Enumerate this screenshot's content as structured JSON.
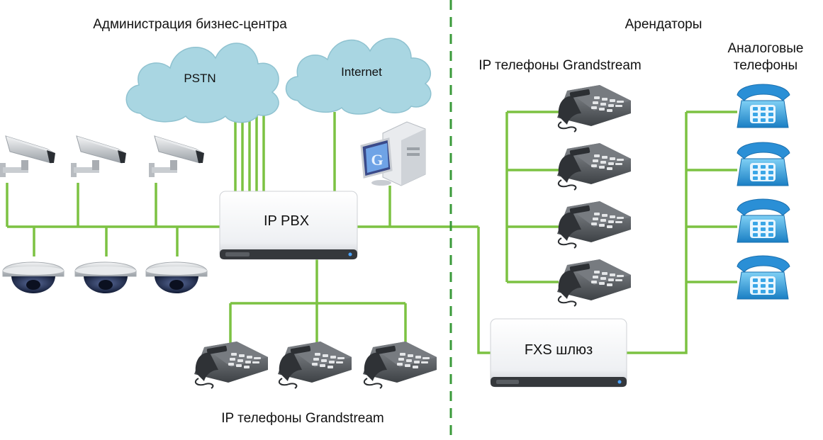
{
  "labels": {
    "admin_section": "Администрация бизнес-центра",
    "tenants_section": "Арендаторы",
    "ip_phones_top": "IP телефоны Grandstream",
    "analog_phones_line1": "Аналоговые",
    "analog_phones_line2": "телефоны",
    "ip_phones_bottom": "IP телефоны Grandstream"
  },
  "clouds": {
    "pstn": "PSTN",
    "internet": "Internet"
  },
  "devices": {
    "ip_pbx": "IP PBX",
    "fxs_gateway": "FXS шлюз",
    "server_logo_letter": "G"
  },
  "colors": {
    "link": "#7cc242",
    "divider": "#3a9a3a",
    "cloud": "#a9d6e2",
    "device_body": "#f3f4f6",
    "ip_phone": "#55595e",
    "analog_phone": "#2e9ad8"
  },
  "icons": {
    "bullet_camera": "bullet-camera-icon",
    "dome_camera": "dome-camera-icon",
    "ip_phone": "ip-phone-icon",
    "analog_phone": "analog-phone-icon",
    "server": "server-computer-icon"
  }
}
